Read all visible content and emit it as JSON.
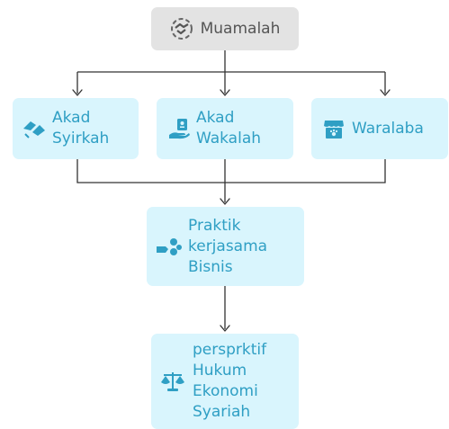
{
  "diagram": {
    "root": {
      "label": "Muamalah",
      "icon": "handshake-icon"
    },
    "level1": [
      {
        "label": "Akad\nSyirkah",
        "icon": "handshake-icon"
      },
      {
        "label": "Akad\nWakalah",
        "icon": "agent-hand-icon"
      },
      {
        "label": "Waralaba",
        "icon": "franchise-store-icon"
      }
    ],
    "practice": {
      "label": "Praktik\nkerjasama\nBisnis",
      "icon": "cooperation-icon"
    },
    "perspective": {
      "label": "persprktif\nHukum\nEkonomi\nSyariah",
      "icon": "balance-scale-icon"
    }
  },
  "colors": {
    "node_fill": "#d9f5fd",
    "node_text": "#2f9fc4",
    "root_fill": "#e3e3e3",
    "root_text": "#555555",
    "connector": "#333333"
  }
}
